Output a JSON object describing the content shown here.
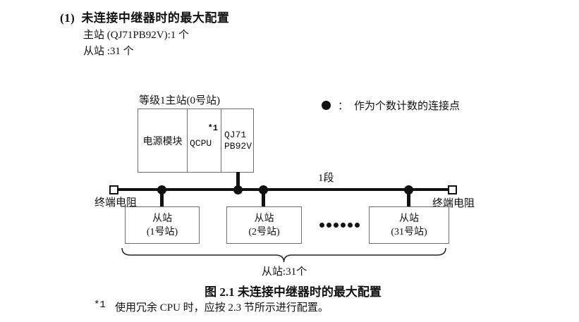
{
  "document": {
    "heading": {
      "number": "(1)",
      "title": "未连接中继器时的最大配置"
    },
    "spec_lines": [
      "主站 (QJ71PB92V):1 个",
      "从站 :31 个"
    ],
    "figure": {
      "master_station": {
        "label": "等级1主站(0号站)",
        "modules": [
          {
            "name": "电源模块"
          },
          {
            "name": "QCPU",
            "footnote_ref": "*1"
          },
          {
            "name_line1": "QJ71",
            "name_line2": "PB92V"
          }
        ]
      },
      "legend": {
        "separator": "：",
        "label": "作为个数计数的连接点"
      },
      "segment_label": "1段",
      "terminator_left_label": "终端电阻",
      "terminator_right_label": "终端电阻",
      "slave_stations": [
        {
          "line1": "从站",
          "line2": "(1号站)"
        },
        {
          "line1": "从站",
          "line2": "(2号站)"
        },
        {
          "line1": "从站",
          "line2": "(31号站)"
        }
      ],
      "brace_label": "从站:31个"
    },
    "caption": "图 2.1 未连接中继器时的最大配置",
    "footnote": {
      "marker": "*1",
      "text": "使用冗余 CPU 时，应按 2.3 节所示进行配置。"
    }
  },
  "colors": {
    "ink": "#111111",
    "box_border": "#6e6e6e",
    "background": "#ffffff"
  }
}
